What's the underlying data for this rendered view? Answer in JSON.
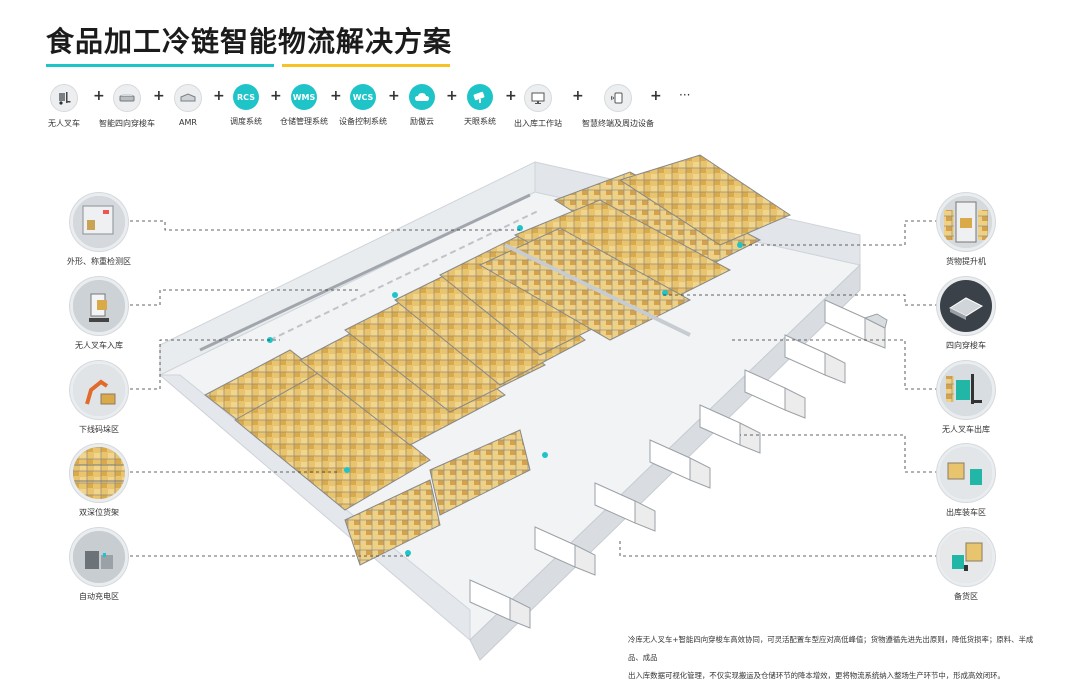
{
  "title": "食品加工冷链智能物流解决方案",
  "components": [
    {
      "label": "无人叉车",
      "icon": "forklift-icon",
      "badge": ""
    },
    {
      "label": "智能四向穿梭车",
      "icon": "shuttle-icon",
      "badge": ""
    },
    {
      "label": "AMR",
      "icon": "amr-icon",
      "badge": ""
    },
    {
      "label": "调度系统",
      "icon": "rcs-icon",
      "badge": "RCS"
    },
    {
      "label": "仓储管理系统",
      "icon": "wms-icon",
      "badge": "WMS"
    },
    {
      "label": "设备控制系统",
      "icon": "wcs-icon",
      "badge": "WCS"
    },
    {
      "label": "励傲云",
      "icon": "cloud-icon",
      "badge": ""
    },
    {
      "label": "天眼系统",
      "icon": "camera-icon",
      "badge": ""
    },
    {
      "label": "出入库工作站",
      "icon": "workstation-icon",
      "badge": ""
    },
    {
      "label": "智慧终端及周边设备",
      "icon": "terminal-icon",
      "badge": ""
    }
  ],
  "ellipsis": "···",
  "left_callouts": [
    {
      "label": "外形、称重检测区",
      "icon": "weighing-icon"
    },
    {
      "label": "无人叉车入库",
      "icon": "forklift-inbound-icon"
    },
    {
      "label": "下线码垛区",
      "icon": "palletizing-robot-icon"
    },
    {
      "label": "双深位货架",
      "icon": "double-deep-rack-icon"
    },
    {
      "label": "自动充电区",
      "icon": "charging-icon"
    }
  ],
  "right_callouts": [
    {
      "label": "货物提升机",
      "icon": "lift-icon"
    },
    {
      "label": "四向穿梭车",
      "icon": "four-way-shuttle-icon"
    },
    {
      "label": "无人叉车出库",
      "icon": "forklift-outbound-icon"
    },
    {
      "label": "出库装车区",
      "icon": "loading-area-icon"
    },
    {
      "label": "备货区",
      "icon": "staging-area-icon"
    }
  ],
  "description": [
    "冷库无人叉车+智能四向穿梭车高效协同，可灵活配置车型应对高低峰值；货物遵循先进先出原则，降低货损率；原料、半成品、成品",
    "出入库数据可视化管理，不仅实现搬运及仓储环节的降本增效，更将物流系统纳入整场生产环节中，形成高效闭环。"
  ],
  "colors": {
    "accent_teal": "#1fc4c8",
    "accent_yellow": "#f6c224",
    "cargo": "#e9c46f"
  }
}
